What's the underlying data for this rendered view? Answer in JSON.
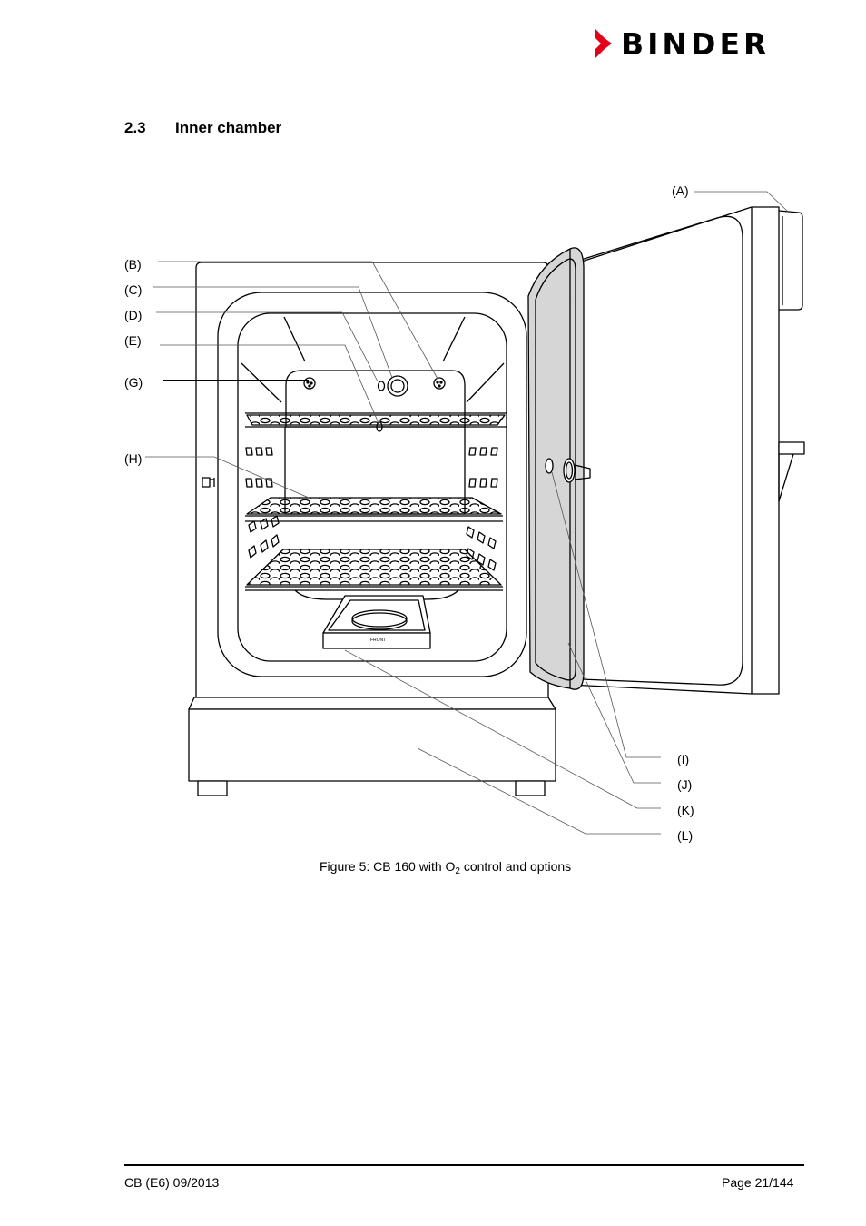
{
  "header": {
    "brand": "BINDER",
    "colors": {
      "logo_red": "#e2001a",
      "text": "#000000",
      "door_glass": "#d6d6d6"
    }
  },
  "section": {
    "number": "2.3",
    "title": "Inner chamber"
  },
  "figure": {
    "callouts": {
      "A": "(A)",
      "B": "(B)",
      "C": "(C)",
      "D": "(D)",
      "E": "(E)",
      "G": "(G)",
      "H": "(H)",
      "I": "(I)",
      "J": "(J)",
      "K": "(K)",
      "L": "(L)"
    },
    "tray_label": "FRONT",
    "caption": {
      "prefix": "Figure 5: CB 160 with O",
      "subscript": "2",
      "suffix": " control and options"
    }
  },
  "footer": {
    "doc_id": "CB (E6) 09/2013",
    "page": "Page 21/144"
  }
}
